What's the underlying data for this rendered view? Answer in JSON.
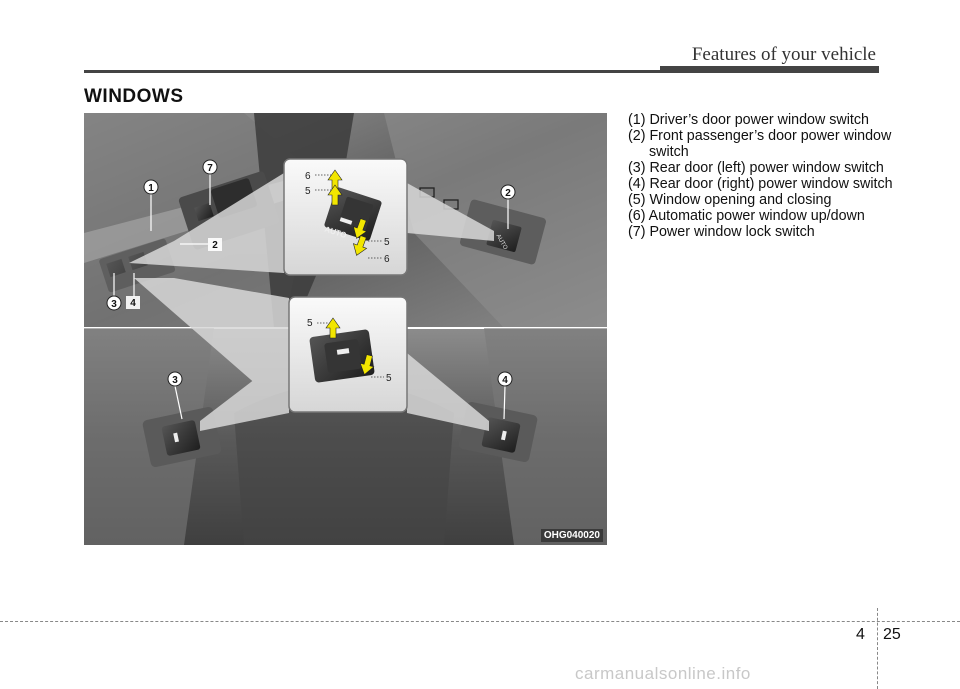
{
  "header": {
    "title": "Features of your vehicle"
  },
  "section": {
    "title": "WINDOWS"
  },
  "figure": {
    "code": "OHG040020",
    "callouts": {
      "c1": "1",
      "c2": "2",
      "c7": "7",
      "c3": "3",
      "c4": "4",
      "z_c2": "2",
      "b_c3": "3",
      "b_c4": "4",
      "t_6": "6",
      "t_5": "5",
      "t_5b": "5",
      "t_6b": "6",
      "m_5": "5",
      "m_5b": "5",
      "auto": "AUTO",
      "auto_small": "AUTO"
    }
  },
  "legend": [
    "(1) Driver’s door power window switch",
    "(2) Front passenger’s door power window switch",
    "(3) Rear door (left) power window switch",
    "(4) Rear door (right) power window switch",
    "(5) Window opening and closing",
    "(6) Automatic power window up/down",
    "(7) Power window lock switch"
  ],
  "footer": {
    "chapter": "4",
    "page": "25",
    "watermark": "carmanualsonline.info"
  },
  "colors": {
    "arrow_yellow": "#f2e600",
    "panel_gray": "#6f6f6f"
  }
}
